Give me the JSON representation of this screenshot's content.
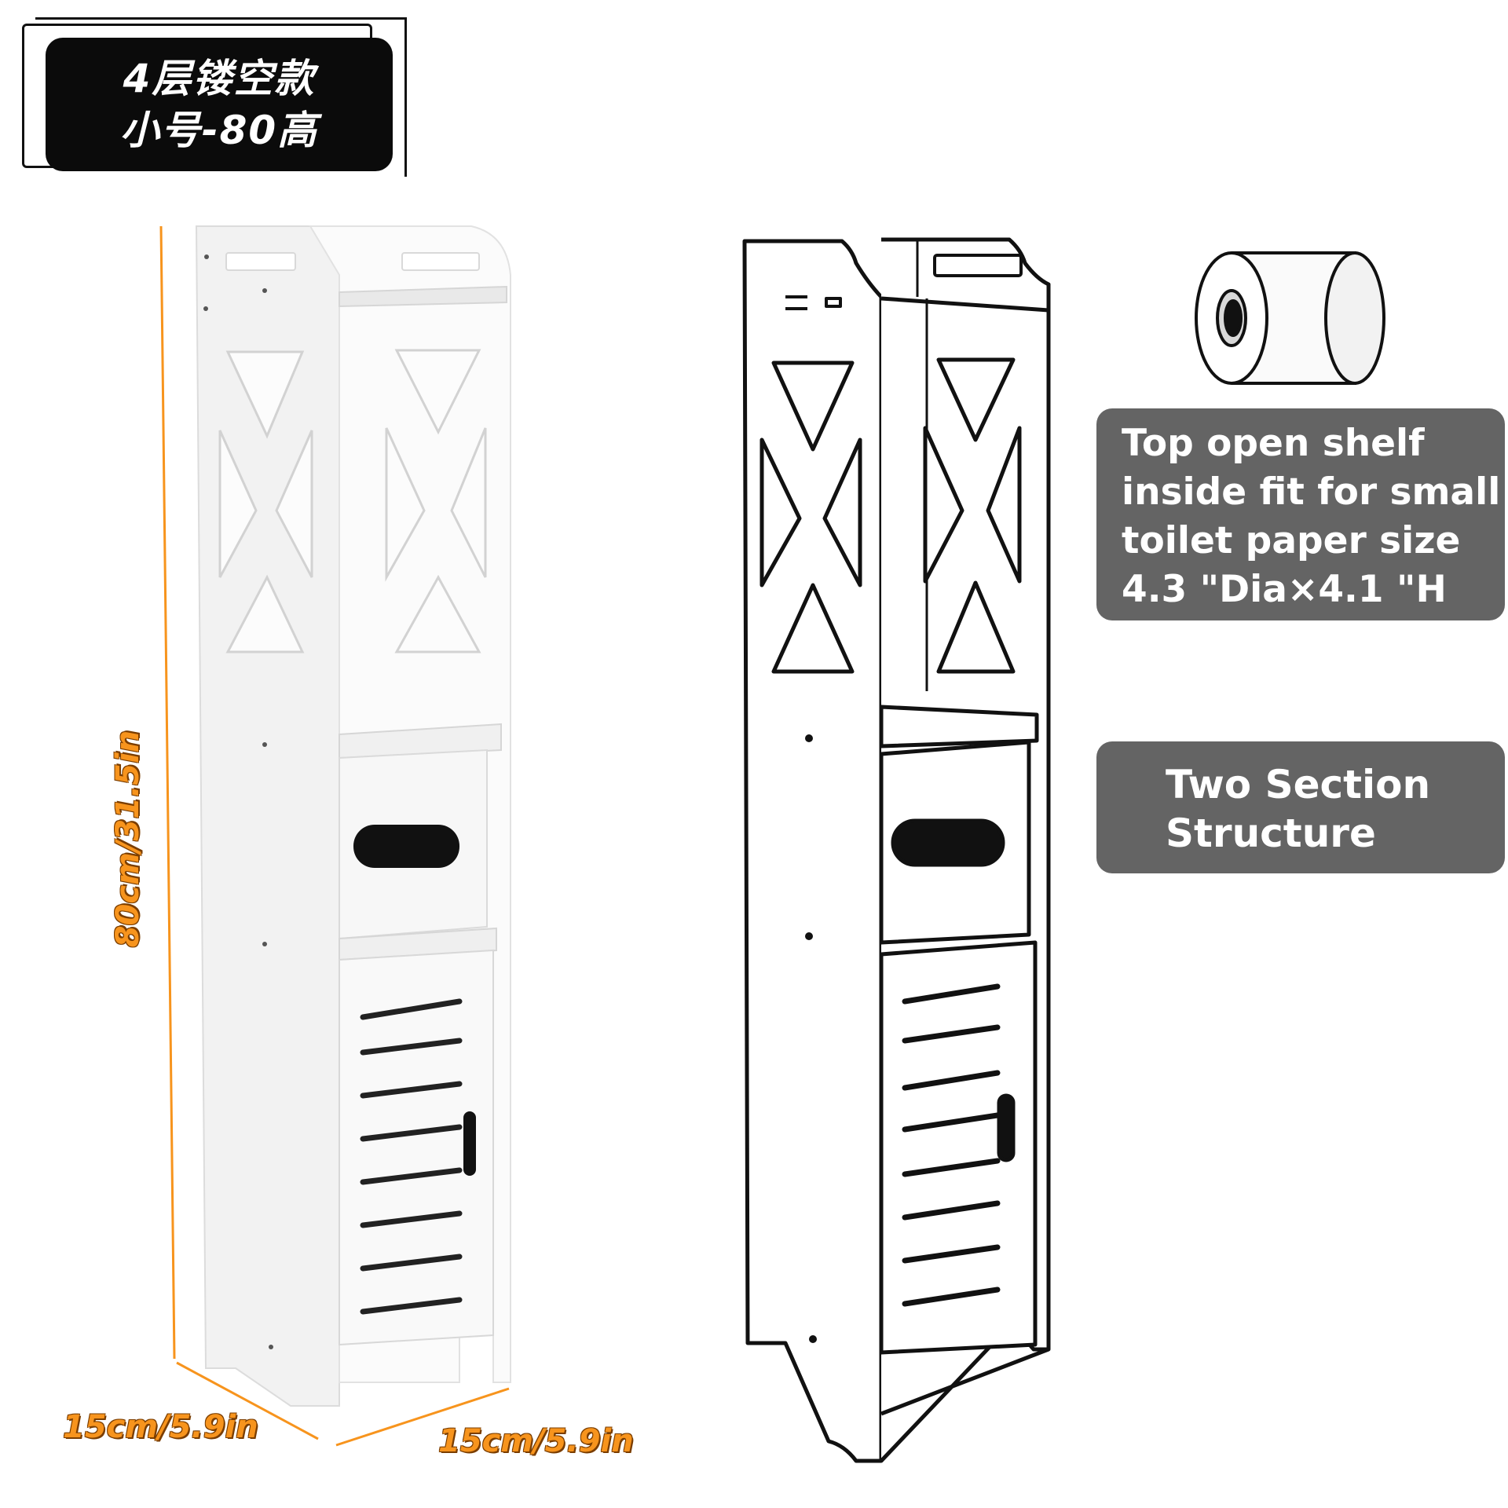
{
  "badge": {
    "line1": "4层镂空款",
    "line2": "小号-80高"
  },
  "dimensions": {
    "height": "80cm/31.5in",
    "depth": "15cm/5.9in",
    "width": "15cm/5.9in"
  },
  "info_shelf": {
    "line1": "Top open shelf",
    "line2": "inside fit for small",
    "line3": "toilet paper size",
    "line4": "4.3 \"Dia×4.1 \"H"
  },
  "info_structure": {
    "line1": "Two Section",
    "line2": "Structure"
  },
  "colors": {
    "accent_orange": "#f7941d",
    "info_box_gray": "#646464",
    "badge_black": "#0b0b0b"
  },
  "icons": [
    "cabinet-photo",
    "cabinet-line-drawing",
    "toilet-paper-roll-icon"
  ]
}
